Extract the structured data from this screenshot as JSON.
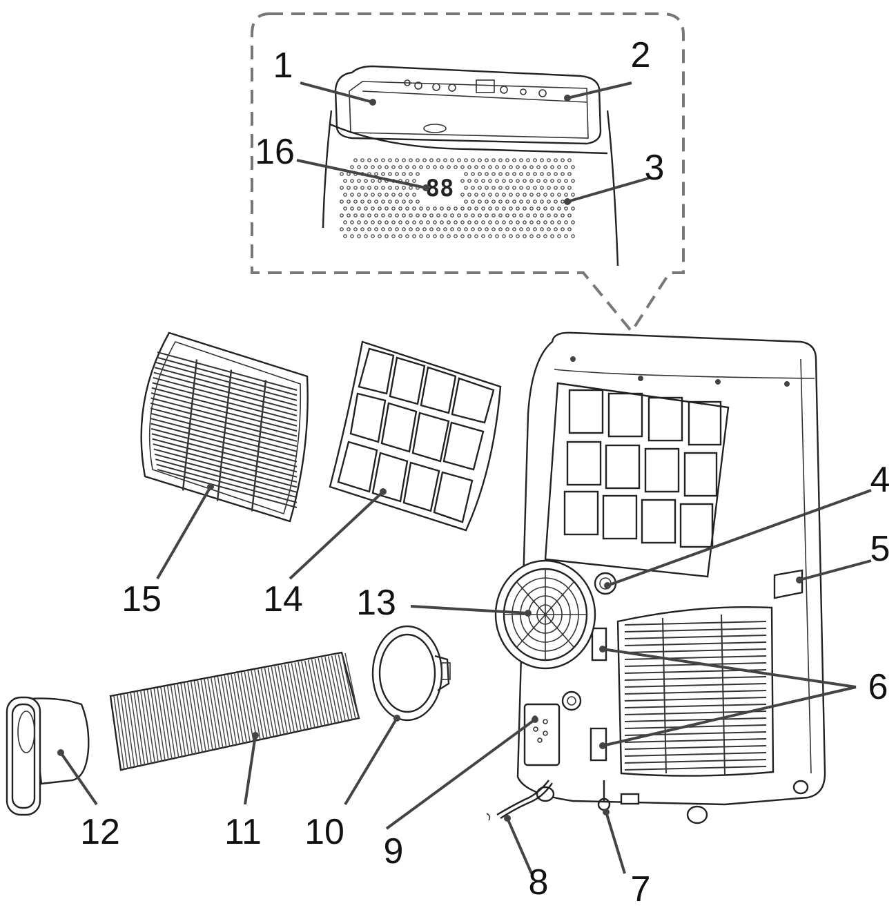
{
  "labels": {
    "l1": "1",
    "l2": "2",
    "l3": "3",
    "l4": "4",
    "l5": "5",
    "l6": "6",
    "l7": "7",
    "l8": "8",
    "l9": "9",
    "l10": "10",
    "l11": "11",
    "l12": "12",
    "l13": "13",
    "l14": "14",
    "l15": "15",
    "l16": "16"
  },
  "display": {
    "digits": "88"
  },
  "colors": {
    "line": "#444444",
    "ink": "#111111",
    "callout": "#777777"
  }
}
